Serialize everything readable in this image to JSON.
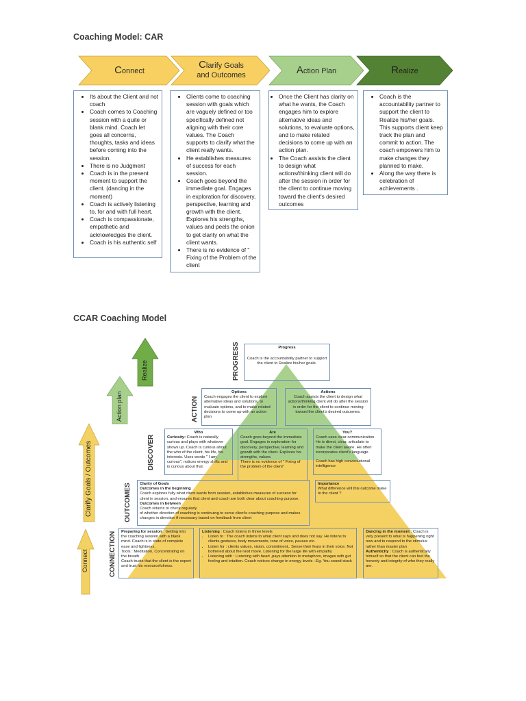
{
  "car": {
    "title": "Coaching Model: CAR",
    "stages": [
      {
        "label_cap": "C",
        "label_rest": "onnect",
        "label2": ""
      },
      {
        "label_cap": "C",
        "label_rest": "larify Goals",
        "label2": "and Outcomes"
      },
      {
        "label_cap": "A",
        "label_rest": "ction Plan",
        "label2": ""
      },
      {
        "label_cap": "R",
        "label_rest": "ealize",
        "label2": ""
      }
    ],
    "columns": [
      [
        "Its about the Client and not coach",
        "Coach comes to Coaching session with a quite or blank mind. Coach let goes all concerns, thoughts, tasks and ideas before coming into the session.",
        "There is no Judgment",
        "Coach is in the present moment to support the client. (dancing in the moment)",
        "Coach is actively listening to, for and with full heart.",
        "Coach is compassionate, empathetic and acknowledges the client.",
        "Coach is his authentic self"
      ],
      [
        "Clients come to coaching session with goals which are vaguely defined or too specifically defined not aligning with their core values. The Coach supports to clarify what the client really wants.",
        "He establishes measures of success for each session.",
        "Coach goes beyond the immediate goal. Engages in exploration for discovery, perspective, learning and growth with the client. Explores his strengths, values and peels the onion to get clarity on what the client wants.",
        "There is no evidence of \" Fixing of the Problem of the client"
      ],
      [
        "Once the Client has clarity on what he wants, the Coach engages him to explore alternative ideas and solutions, to evaluate options, and to make related decisions to come up with an action plan.",
        "The Coach assists the client to design what actions/thinking client will do after the session in order for the client to continue moving toward the client's desired outcomes"
      ],
      [
        "Coach is the accountability partner to support the client to Realize his/her goals. This supports client keep track the plan and commit to action. The coach empowers him to make changes they planned to make.",
        "Along the way there is celebration of achievements ."
      ]
    ]
  },
  "ccar": {
    "title": "CCAR Coaching Model",
    "levels": [
      "PROGRESS",
      "ACTION",
      "DISCOVER",
      "OUTCOMES",
      "CONNECTION"
    ],
    "arrows": [
      "Realize",
      "Action plan",
      "Clarify Goals / Outcomes",
      "Connect"
    ],
    "progress": {
      "heading": "Progress",
      "text": "Coach is the accountability partner to support the client to Realize his/her goals."
    },
    "options": {
      "heading": "Options",
      "text": "Coach engages the client to explore alternative ideas and solutions, to evaluate options, and to make related decisions to come up with an action plan"
    },
    "actions": {
      "heading": "Actions",
      "text": "Coach assists the client to design what actions/thinking client will do after the session in order for the client to continue moving toward the client's desired outcomes."
    },
    "who": {
      "heading": "Who",
      "lead": "Curiosity:",
      "text": " Coach is naturally curious and plays with whatever shows up. Coach is curious about the who of the client, his life, his interests. Uses words \" I am curious\", notices energy shifts and is curious about that."
    },
    "are": {
      "heading": "Are",
      "text": "Coach goes beyond the immediate goal. Engages in exploration for discovery, perspective, learning and growth with the client. Explores his strengths, values.",
      "text2": "There is no evidence of \" Fixing of the problem of the client\""
    },
    "you": {
      "heading": "You?",
      "text": "Coach uses clear communication. He is direct, clear, articulate to make the client aware. He often incorporates client's language.",
      "text2": "Coach has high conversational intelligence"
    },
    "clarity": {
      "heading": "Clarity of Goals",
      "sub1": "Outcomes in the beginning",
      "text1": "Coach explores fully what client wants from session, establishes measures of success for client in session, and ensures that client and coach are both clear about coaching purpose.",
      "sub2": "Outcomes in between",
      "text2": "Coach returns to check regularly",
      "text3": "of whether direction of coaching is continuing to serve client's coaching purpose and makes changes in direction if necessary based on feedback from client"
    },
    "importance": {
      "heading": "Importance",
      "text": "What difference will this outcome make to the client ?"
    },
    "preparing": {
      "lead": "Preparing for session",
      "text": " : Getting into the coaching session with a blank mind. Coach is in state of complete ease and lightness.",
      "text2": "Tools : Meditation, Concentrating on the breath",
      "text3": "Coach trusts that the client is the expert and trust his resourcefulness."
    },
    "listening": {
      "lead": "Listening",
      "text": " : Coach listens in three levels",
      "items": [
        "Listen to : The coach listens to what client says and does not say. He listens to clients gestures, body movements, tone of voice, pauses etc.",
        "Listen for : clients values, vision, commitment,. Sense their fears in their voice. Not bothered about the next move. Listening for the large life with empathy",
        "Listening with : Listening with heart ,pays attention to metaphors, images with gut feeling and intuition. Coach notices change in energy levels –Eg. You sound stuck"
      ]
    },
    "dancing": {
      "lead": "Dancing in the moment",
      "text": " : Coach is very present to what is happening right now and to respond to the stimulus rather than master plan",
      "lead2": "Authenticity",
      "text2": " : Coach is authentically himself so that the client can feel the honesty and integrity of who they really are."
    }
  },
  "colors": {
    "chev_yellow": "#f7d061",
    "chev_light_green": "#a8d08d",
    "chev_dark_green": "#548235",
    "box_border": "#6f8fb3",
    "tri_yellow": "#f5d063",
    "tri_green": "#a9d18e",
    "arrow_yellow": "#f3d163",
    "arrow_green": "#70ad47"
  }
}
